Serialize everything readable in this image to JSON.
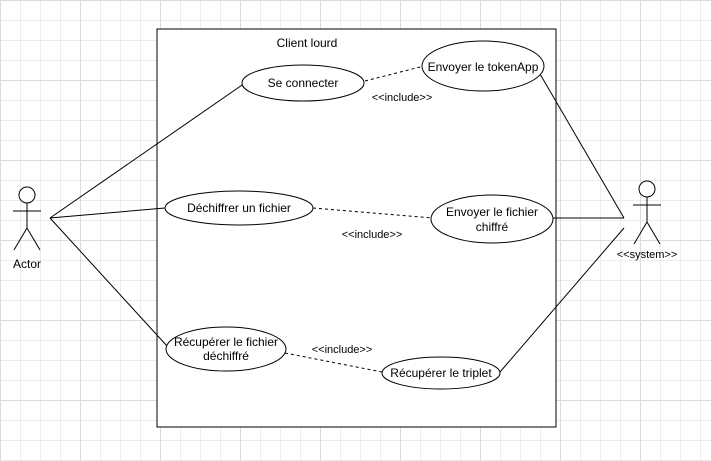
{
  "system_boundary": {
    "title": "Client lourd"
  },
  "actors": {
    "left": {
      "label": "Actor"
    },
    "right": {
      "label": "<<system>>"
    }
  },
  "use_cases": {
    "se_connecter": [
      "Se connecter"
    ],
    "envoyer_token": [
      "Envoyer le tokenApp"
    ],
    "dechiffrer": [
      "Déchiffrer un fichier"
    ],
    "envoyer_fichier": [
      "Envoyer le fichier",
      "chiffré"
    ],
    "recuperer_fichier": [
      "Récupérer le fichier",
      "déchiffré"
    ],
    "recuperer_triplet": [
      "Récupérer le triplet"
    ]
  },
  "relations": {
    "include_label": "<<include>>"
  }
}
